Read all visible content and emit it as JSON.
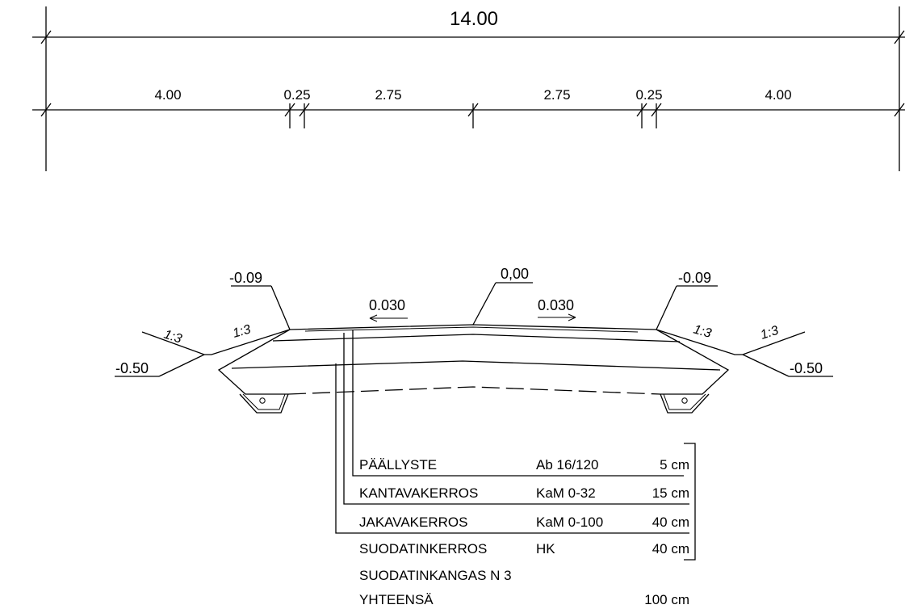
{
  "dimensions": {
    "total": "14.00",
    "segments": [
      "4.00",
      "0.25",
      "2.75",
      "2.75",
      "0.25",
      "4.00"
    ]
  },
  "elevations": {
    "left_shoulder": "-0.09",
    "center": "0,00",
    "right_shoulder": "-0.09",
    "left_ditch": "-0.50",
    "right_ditch": "-0.50"
  },
  "crossfall": {
    "left": "0.030",
    "right": "0.030"
  },
  "slopes": [
    "1:3",
    "1:3",
    "1:3",
    "1:3"
  ],
  "layers": [
    {
      "name": "PÄÄLLYSTE",
      "material": "Ab 16/120",
      "thickness": "5 cm"
    },
    {
      "name": "KANTAVAKERROS",
      "material": "KaM 0-32",
      "thickness": "15 cm"
    },
    {
      "name": "JAKAVAKERROS",
      "material": "KaM 0-100",
      "thickness": "40 cm"
    },
    {
      "name": "SUODATINKERROS",
      "material": "HK",
      "thickness": "40 cm"
    },
    {
      "name": "SUODATINKANGAS N 3",
      "material": "",
      "thickness": ""
    },
    {
      "name": "YHTEENSÄ",
      "material": "",
      "thickness": "100 cm"
    }
  ]
}
